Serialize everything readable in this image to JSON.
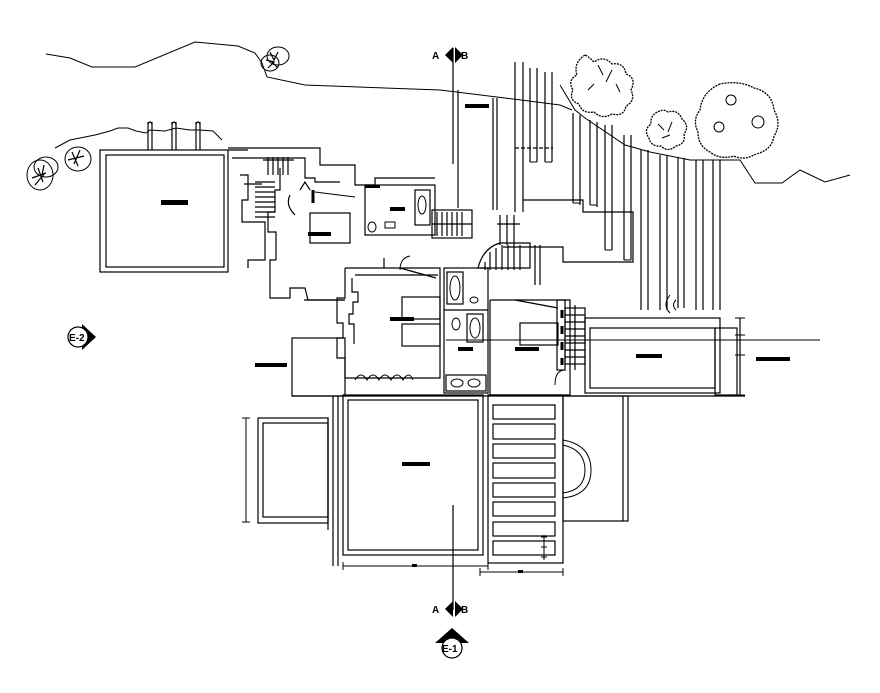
{
  "drawing": {
    "type": "architectural floor plan",
    "background_color": "#ffffff",
    "line_color": "#000000"
  },
  "section_markers": {
    "top": {
      "left_label": "A",
      "right_label": "B"
    },
    "bottom": {
      "left_label": "A",
      "right_label": "B"
    }
  },
  "elevation_markers": {
    "bottom": {
      "label": "E-1",
      "icon": "elevation-arrow-up-icon"
    },
    "left": {
      "label": "E-2",
      "icon": "elevation-arrow-right-icon"
    }
  },
  "rooms": [
    {
      "name": "west-terrace",
      "label": "redacted"
    },
    {
      "name": "living-room",
      "label": "redacted"
    },
    {
      "name": "bath-upper",
      "label": "redacted"
    },
    {
      "name": "entry-north",
      "label": "redacted"
    },
    {
      "name": "bedroom-west",
      "label": "redacted"
    },
    {
      "name": "bath-central",
      "label": "redacted"
    },
    {
      "name": "bedroom-east",
      "label": "redacted"
    },
    {
      "name": "east-terrace",
      "label": "redacted"
    },
    {
      "name": "south-terrace",
      "label": "redacted"
    }
  ],
  "landscape": {
    "trees": [
      "tree-large-1",
      "tree-small",
      "tree-large-2"
    ],
    "shrubs": [
      "shrub-top",
      "shrub-left-1",
      "shrub-left-2"
    ]
  }
}
